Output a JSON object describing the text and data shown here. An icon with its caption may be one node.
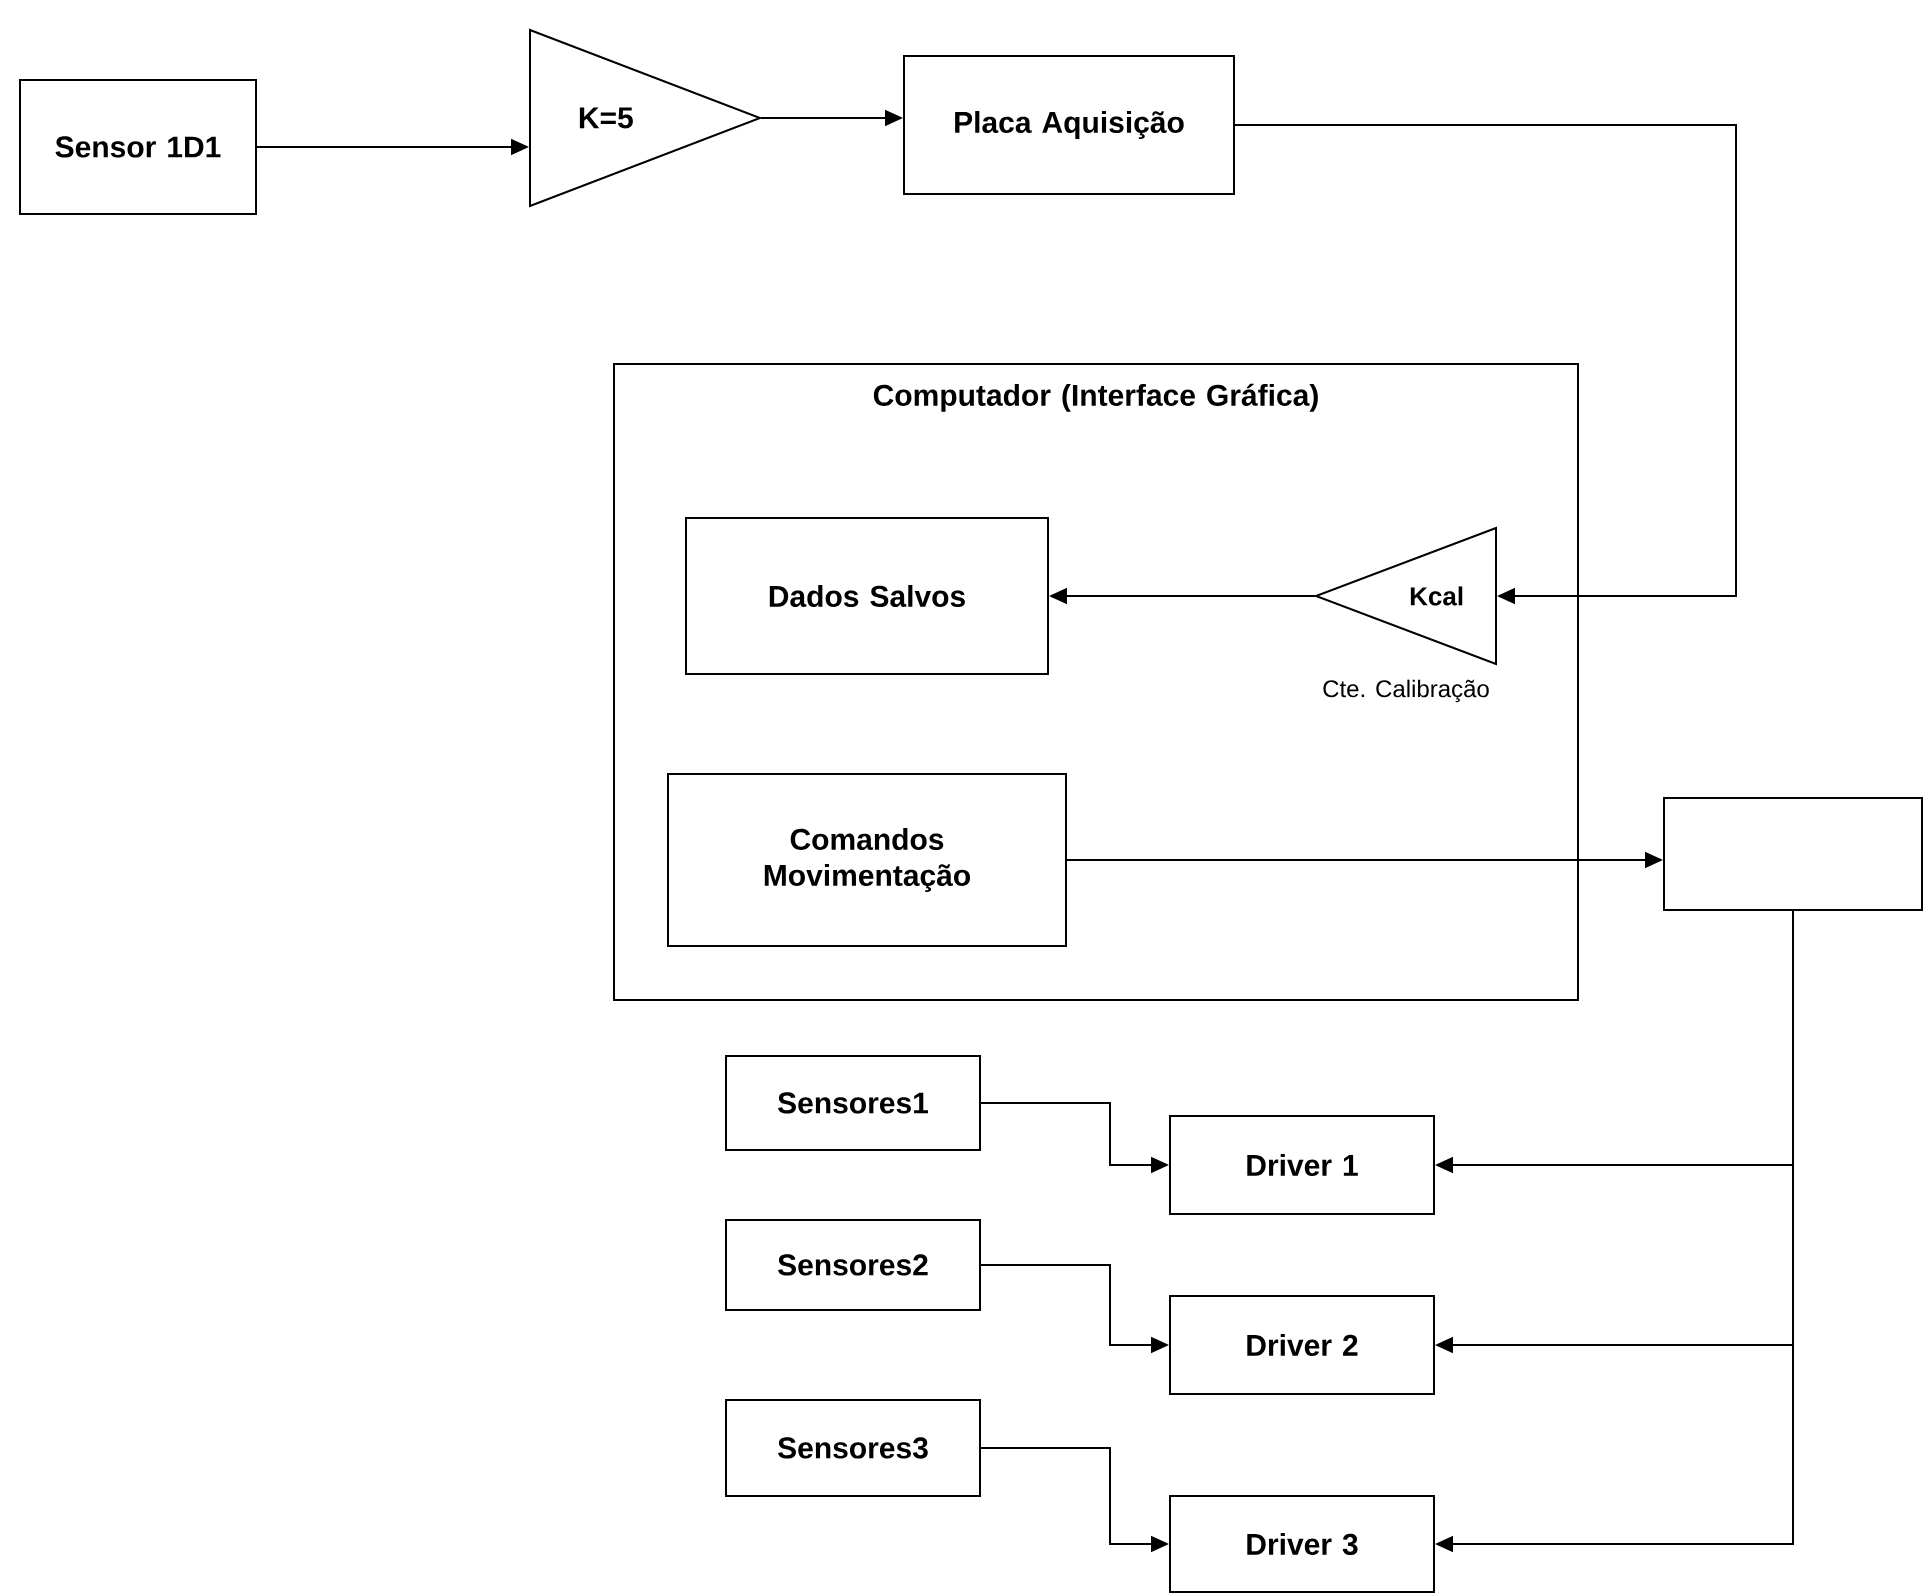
{
  "diagram": {
    "nodes": [
      {
        "text": [
          "Sensor 1D1"
        ]
      },
      {
        "text": [
          "K=5"
        ]
      },
      {
        "text": [
          "Placa Aquisição"
        ]
      },
      {
        "text": [
          "Computador (Interface Gráfica)"
        ]
      },
      {
        "text": [
          "Dados Salvos"
        ],
        "in": 3
      },
      {
        "text": [
          "Kcal"
        ],
        "in": 3,
        "beside": [
          "Cte. Calibração"
        ]
      },
      {
        "text": [
          "Comandos Movimentação"
        ],
        "in": 3
      },
      {
        "text": [],
        "shape": "box"
      },
      {
        "text": [
          "Sensores1"
        ]
      },
      {
        "text": [
          "Driver 1"
        ]
      },
      {
        "text": [
          "Sensores2"
        ]
      },
      {
        "text": [
          "Driver 2"
        ]
      },
      {
        "text": [
          "Sensores3"
        ]
      },
      {
        "text": [
          "Driver 3"
        ]
      }
    ],
    "edges": [
      {
        "from": 0,
        "to": 1,
        "arrow": "to"
      },
      {
        "from": 1,
        "to": 2,
        "arrow": "to"
      },
      {
        "from": 2,
        "to": 5,
        "arrow": "to"
      },
      {
        "from": 5,
        "to": 4,
        "arrow": "to"
      },
      {
        "from": 6,
        "to": 7,
        "arrow": "to"
      },
      {
        "from": 7,
        "to": 9,
        "arrow": "to"
      },
      {
        "from": 7,
        "to": 11,
        "arrow": "to"
      },
      {
        "from": 7,
        "to": 13,
        "arrow": "to"
      },
      {
        "from": 8,
        "to": 9,
        "arrow": "to"
      },
      {
        "from": 10,
        "to": 11,
        "arrow": "to"
      },
      {
        "from": 12,
        "to": 13,
        "arrow": "to"
      }
    ]
  }
}
